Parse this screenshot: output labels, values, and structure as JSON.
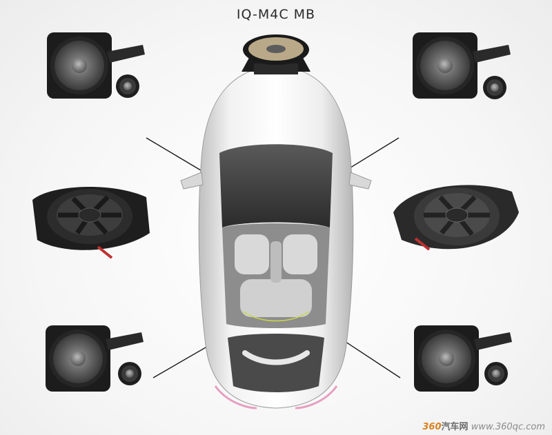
{
  "product_title": "IQ-M4C MB",
  "watermark": {
    "brand": "360",
    "cn": "汽车网",
    "url": "www.360qc.com"
  },
  "icons": [
    "speaker-tweeter-kit-icon",
    "subwoofer-speaker-icon",
    "center-speaker-icon",
    "car-top-view-icon"
  ],
  "colors": {
    "speaker_black": "#1c1c1c",
    "cone_gray": "#6e6e6e",
    "car_silver": "#e4e4e4",
    "glass": "#3a3a3a",
    "watermark_brand": "#d9811e"
  }
}
